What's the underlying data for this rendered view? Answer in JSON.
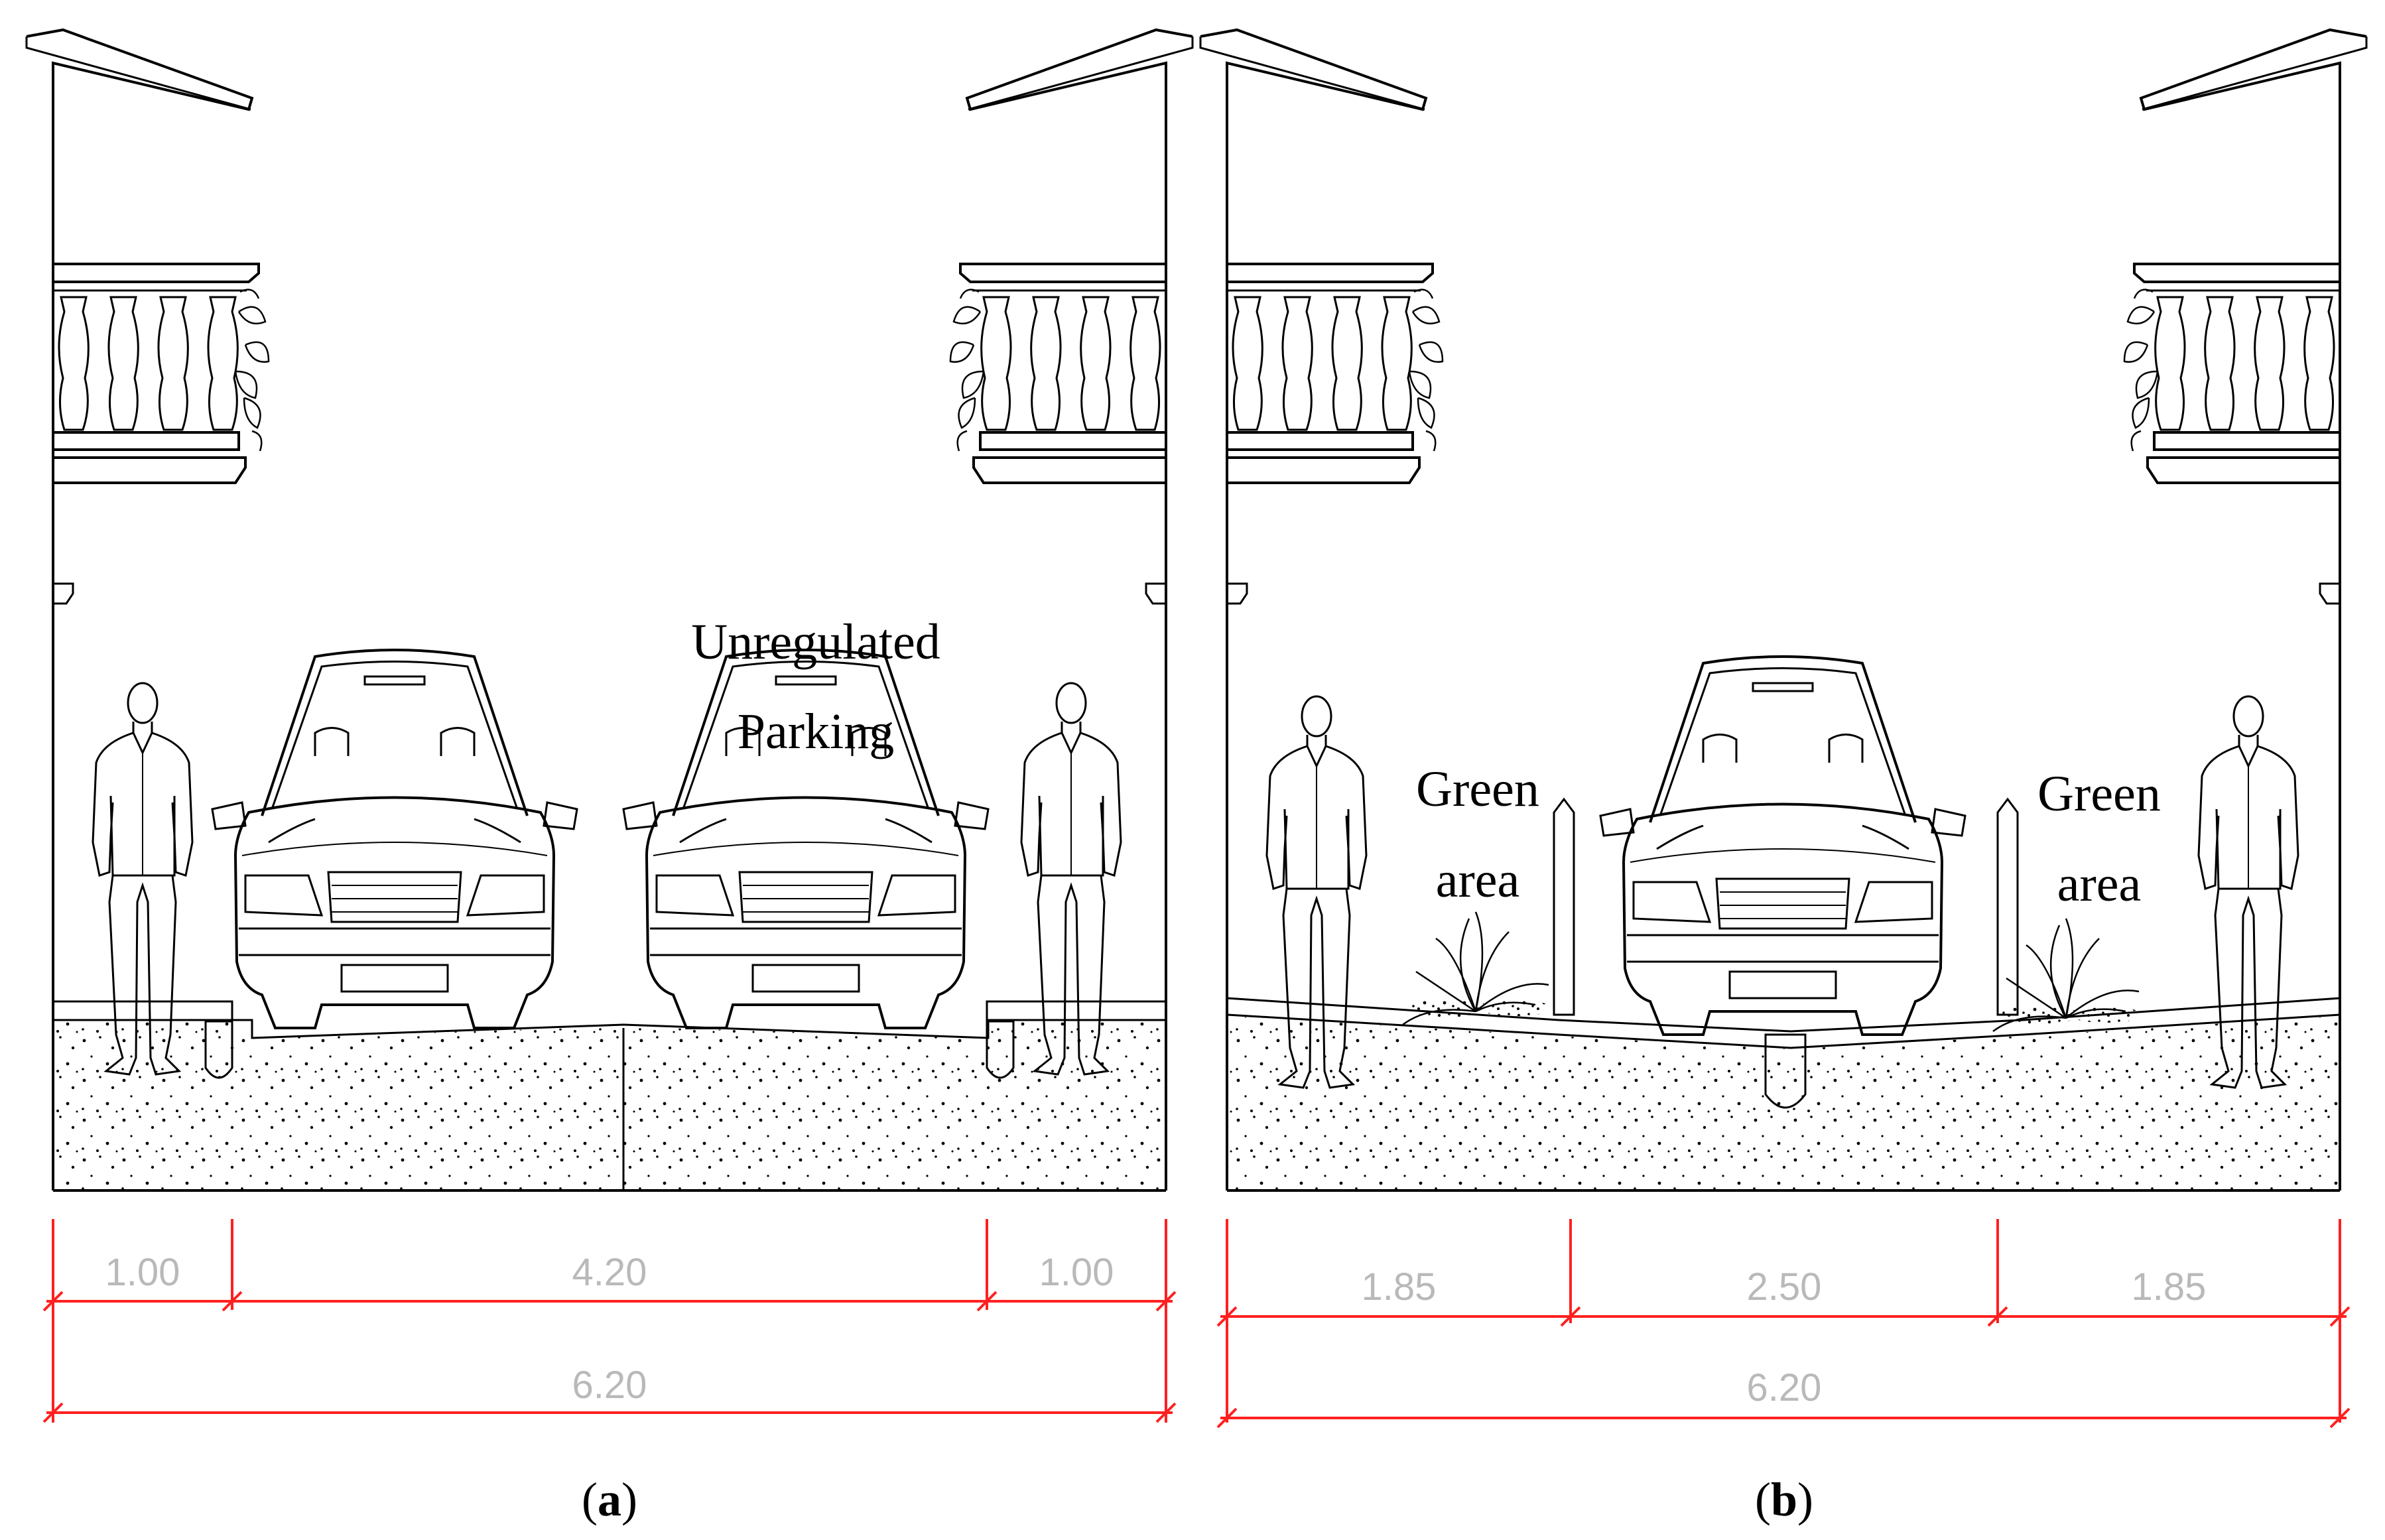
{
  "panel_a": {
    "caption_open": "(",
    "caption_letter": "a",
    "caption_close": ")",
    "annotation_line1": "Unregulated",
    "annotation_line2": "Parking",
    "dims_top": [
      "1.00",
      "4.20",
      "1.00"
    ],
    "dim_total": "6.20"
  },
  "panel_b": {
    "caption_open": "(",
    "caption_letter": "b",
    "caption_close": ")",
    "left_label_line1": "Green",
    "left_label_line2": "area",
    "right_label_line1": "Green",
    "right_label_line2": "area",
    "dims_top": [
      "1.85",
      "2.50",
      "1.85"
    ],
    "dim_total": "6.20"
  },
  "colors": {
    "dimension_line": "#ff2020",
    "dimension_text": "#b9b9b9",
    "drawing_line": "#000000"
  }
}
